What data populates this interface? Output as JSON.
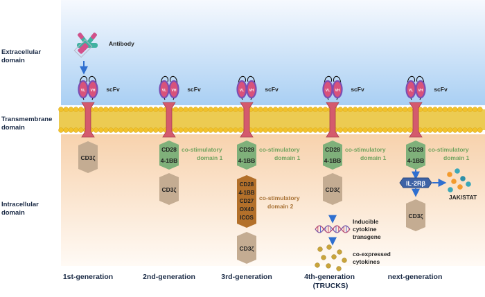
{
  "domains": {
    "extracellular": [
      "Extracellular",
      "domain"
    ],
    "transmembrane": [
      "Transmembrane",
      "domain"
    ],
    "intracellular": [
      "Intracellular",
      "domain"
    ]
  },
  "antibody_label": "Antibody",
  "scfv_label": "scFv",
  "vl_label": "VL",
  "vh_label": "VH",
  "cd3z_label": "CD3ζ",
  "cd28_label": "CD28",
  "fourbb_label": "4-1BB",
  "costim1_label": [
    "co-stimulatory",
    "domain 1"
  ],
  "costim2_label": [
    "co-stimulatory",
    "domain 2"
  ],
  "costim2_lines": [
    "CD28",
    "4-1BB",
    "CD27",
    "OX40",
    "ICOS"
  ],
  "transgene_label": [
    "Inducible",
    "cytokine",
    "transgene"
  ],
  "cytokines_label": [
    "co-expressed",
    "cytokines"
  ],
  "il2rb_label": "IL-2Rβ",
  "jakstat_label": "JAK/STAT",
  "generations": [
    [
      "1st-generation"
    ],
    [
      "2nd-generation"
    ],
    [
      "3rd-generation"
    ],
    [
      "4th-generation",
      "(TRUCKS)"
    ],
    [
      "next-generation"
    ]
  ],
  "colors": {
    "costim": "#7fb07a",
    "cd3z": "#c4ac92",
    "costim2": "#b3702a",
    "membrane_bead": "#f1c22c",
    "membrane_band": "#eccb52",
    "hinge": "#d45a6d",
    "vl": "#d8527b",
    "vh": "#7b4fb3",
    "il2rb": "#3e63a6",
    "costim_text": "#72a35f",
    "costim2_text": "#a77033"
  }
}
